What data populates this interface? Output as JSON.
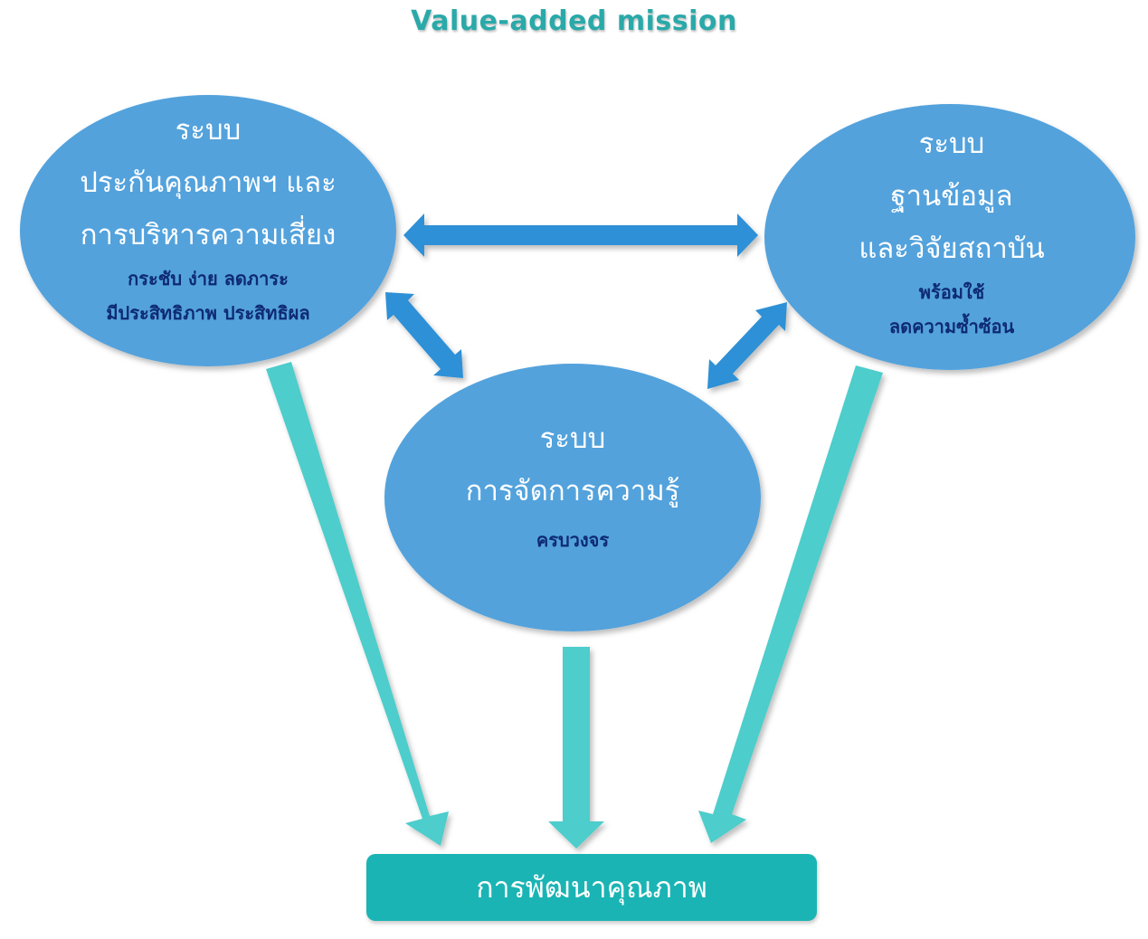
{
  "title": "Value-added mission",
  "colors": {
    "node_fill": "#52a2dc",
    "blue_arrow": "#2e90d6",
    "teal_arrow": "#4ecdcb",
    "target_fill": "#1bb4b4",
    "title_color": "#2aa9a9",
    "subtext_color": "#0e2a73"
  },
  "nodes": [
    {
      "id": "qa-risk",
      "lines": [
        "ระบบ",
        "ประกันคุณภาพฯ และ",
        "การบริหารความเสี่ยง"
      ],
      "sublines": [
        "กระชับ ง่าย ลดภาระ",
        "มีประสิทธิภาพ ประสิทธิผล"
      ]
    },
    {
      "id": "database-research",
      "lines": [
        "ระบบ",
        "ฐานข้อมูล",
        "และวิจัยสถาบัน"
      ],
      "sublines": [
        "พร้อมใช้",
        "ลดความซ้ำซ้อน"
      ]
    },
    {
      "id": "knowledge-management",
      "lines": [
        "ระบบ",
        "การจัดการความรู้"
      ],
      "sublines": [
        "ครบวงจร"
      ]
    }
  ],
  "target": {
    "label": "การพัฒนาคุณภาพ"
  },
  "connections": [
    {
      "from": "qa-risk",
      "to": "database-research",
      "type": "bidirectional"
    },
    {
      "from": "qa-risk",
      "to": "knowledge-management",
      "type": "bidirectional"
    },
    {
      "from": "database-research",
      "to": "knowledge-management",
      "type": "bidirectional"
    },
    {
      "from": "qa-risk",
      "to": "target",
      "type": "directed"
    },
    {
      "from": "knowledge-management",
      "to": "target",
      "type": "directed"
    },
    {
      "from": "database-research",
      "to": "target",
      "type": "directed"
    }
  ]
}
